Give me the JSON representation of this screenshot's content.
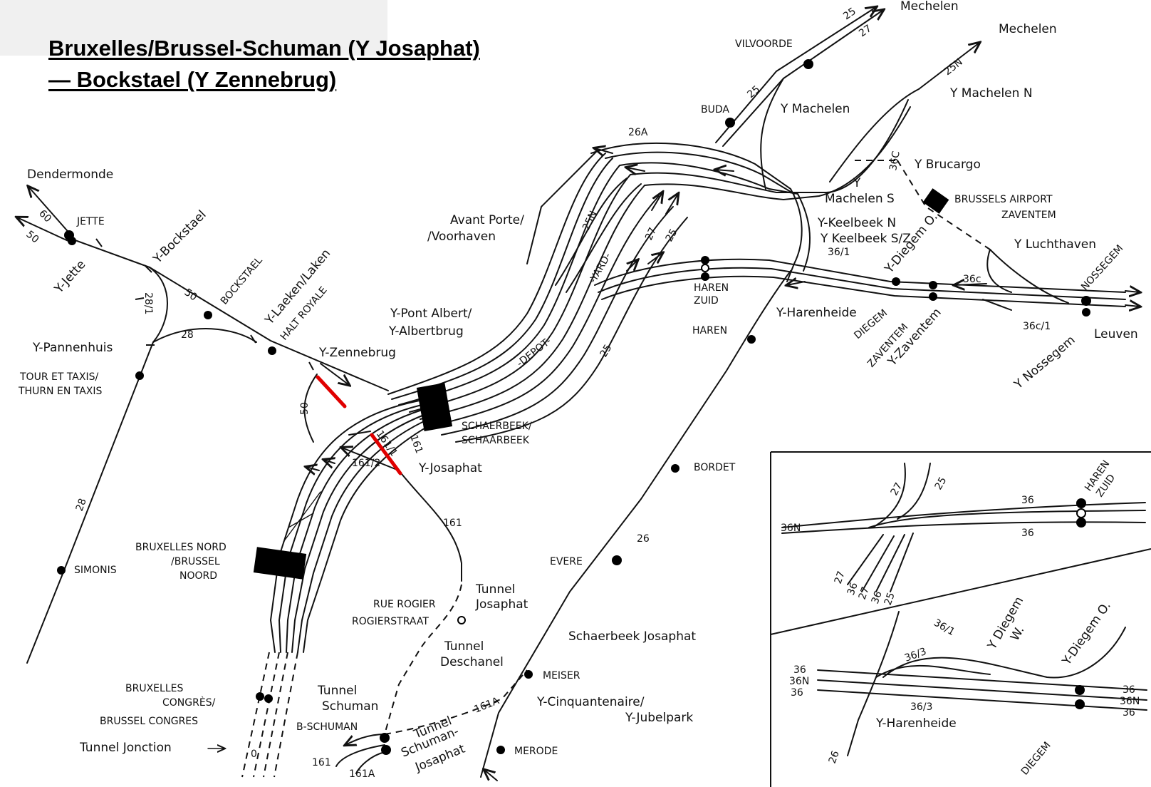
{
  "title": {
    "line1": "Bruxelles/Brussel-Schuman (Y Josaphat)",
    "line2": "— Bockstael (Y Zennebrug)"
  },
  "colors": {
    "highlight": "#e00000",
    "ink": "#111111",
    "title_panel": "#f0f0f0",
    "background": "#ffffff"
  },
  "labels": {
    "dendermonde": "Dendermonde",
    "jette": "JETTE",
    "y_jette": "Y-Jette",
    "y_bockstael": "Y-Bockstael",
    "bockstael": "BOCKSTAEL",
    "y_laeken": "Y-Laeken/Laken",
    "halt_royale": "HALT ROYALE",
    "y_pannenhuis": "Y-Pannenhuis",
    "tour_taxis_1": "TOUR ET TAXIS/",
    "tour_taxis_2": "THURN EN TAXIS",
    "y_zennebrug": "Y-Zennebrug",
    "simonis": "SIMONIS",
    "bruxelles_nord_1": "BRUXELLES NORD",
    "bruxelles_nord_2": "/BRUSSEL",
    "bruxelles_nord_3": "NOORD",
    "bruxelles_congres_1": "BRUXELLES",
    "bruxelles_congres_2": "CONGRÈS/",
    "bruxelles_congres_3": "BRUSSEL CONGRES",
    "tunnel_jonction": "Tunnel Jonction",
    "avant_porte_1": "Avant Porte/",
    "avant_porte_2": "/Voorhaven",
    "y_pont_albert_1": "Y-Pont Albert/",
    "y_pont_albert_2": "Y-Albertbrug",
    "depot": "-DEPOT-",
    "yard": "-YARD-",
    "schaerbeek_1": "SCHAERBEEK/",
    "schaerbeek_2": "SCHAARBEEK",
    "y_josaphat": "Y-Josaphat",
    "tunnel_josaphat_1": "Tunnel",
    "tunnel_josaphat_2": "Josaphat",
    "rue_rogier_1": "RUE ROGIER",
    "rue_rogier_2": "ROGIERSTRAAT",
    "tunnel_deschanel_1": "Tunnel",
    "tunnel_deschanel_2": "Deschanel",
    "tunnel_schuman_1": "Tunnel",
    "tunnel_schuman_2": "Schuman",
    "b_schuman": "B-SCHUMAN",
    "tunnel_sj_1": "Tunnel",
    "tunnel_sj_2": "Schuman-",
    "tunnel_sj_3": "Josaphat",
    "merode": "MERODE",
    "meiser": "MEISER",
    "y_cinquantenaire_1": "Y-Cinquantenaire/",
    "y_cinquantenaire_2": "Y-Jubelpark",
    "schaerbeek_josaphat": "Schaerbeek Josaphat",
    "evere": "EVERE",
    "bordet": "BORDET",
    "haren": "HAREN",
    "haren_zuid_1": "HAREN",
    "haren_zuid_2": "ZUID",
    "buda": "BUDA",
    "vilvoorde": "VILVOORDE",
    "mechelen_1": "Mechelen",
    "mechelen_2": "Mechelen",
    "y_machelen": "Y Machelen",
    "y_machelen_n": "Y Machelen N",
    "y_machelen_s_1": "Y",
    "y_machelen_s_2": "Machelen S",
    "y_brucargo": "Y Brucargo",
    "brussels_airport_1": "BRUSSELS AIRPORT",
    "brussels_airport_2": "ZAVENTEM",
    "y_keelbeek_1": "Y-Keelbeek N",
    "y_keelbeek_2": "Y Keelbeek S/Z",
    "y_diegem_o": "Y-Diegem O.",
    "y_luchthaven": "Y Luchthaven",
    "nossegem": "NOSSEGEM",
    "leuven": "Leuven",
    "y_nossegem": "Y Nossegem",
    "diegem": "DIEGEM",
    "zaventem": "ZAVENTEM",
    "y_zaventem": "Y-Zaventem",
    "y_harenheide": "Y-Harenheide"
  },
  "line_numbers": {
    "n60": "60",
    "n50a": "50",
    "n50b": "50",
    "n50c": "50",
    "n28a": "28",
    "n28b": "28",
    "n28_1": "28/1",
    "n161a": "161",
    "n161b": "161",
    "n161c": "161",
    "n161_1": "161/1",
    "n161_2": "161/2",
    "n161A_a": "161A",
    "n161A_b": "161A",
    "n0": "0",
    "n26a": "26",
    "n26A": "26A",
    "n25a": "25",
    "n25b": "25",
    "n25c": "25",
    "n25d": "25",
    "n25N_a": "25N",
    "n25N_b": "25N",
    "n27a": "27",
    "n27b": "27",
    "n36_1": "36/1",
    "n36C_a": "36C",
    "n36c_b": "36c",
    "n36c_1": "36c/1"
  },
  "inset_top": {
    "haren_zuid_1": "HAREN",
    "haren_zuid_2": "ZUID",
    "n36a": "36",
    "n36b": "36",
    "n36N": "36N",
    "n27a": "27",
    "n25a": "25",
    "n27b": "27",
    "n36c": "36",
    "n27c": "27",
    "n36d": "36",
    "n25b": "25"
  },
  "inset_bottom": {
    "n36a": "36",
    "n36N_a": "36N",
    "n36b": "36",
    "n36_1": "36/1",
    "n36_3a": "36/3",
    "n36_3b": "36/3",
    "y_diegem_w_1": "Y Diegem",
    "y_diegem_w_2": "W.",
    "y_diegem_o": "Y-Diegem O.",
    "n36c": "36",
    "n36N_b": "36N",
    "n36d": "36",
    "y_harenheide": "Y-Harenheide",
    "n26": "26",
    "diegem": "DIEGEM"
  }
}
